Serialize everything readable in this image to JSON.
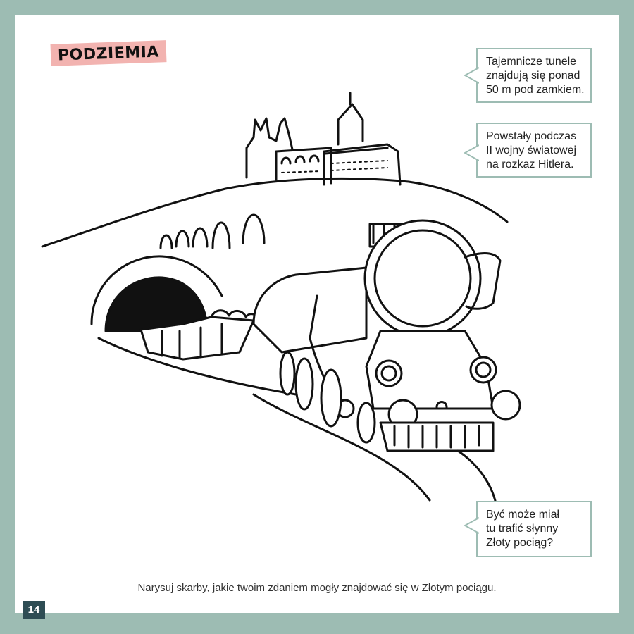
{
  "section_tag": "PODZIEMIA",
  "bubbles": [
    {
      "lines": [
        "Tajemnicze tunele",
        "znajdują się ponad",
        "50 m pod zamkiem."
      ]
    },
    {
      "lines": [
        "Powstały podczas",
        "II wojny światowej",
        "na rozkaz Hitlera."
      ]
    },
    {
      "lines": [
        "Być może miał",
        "tu trafić słynny",
        "Złoty pociąg?"
      ]
    }
  ],
  "caption": "Narysuj skarby, jakie twoim zdaniem mogły znajdować się w Złotym pociągu.",
  "page_number": "14",
  "colors": {
    "frame": "#9dbcb3",
    "tag_highlight": "#f2b3b0",
    "page_number_bg": "#2e4d54"
  }
}
